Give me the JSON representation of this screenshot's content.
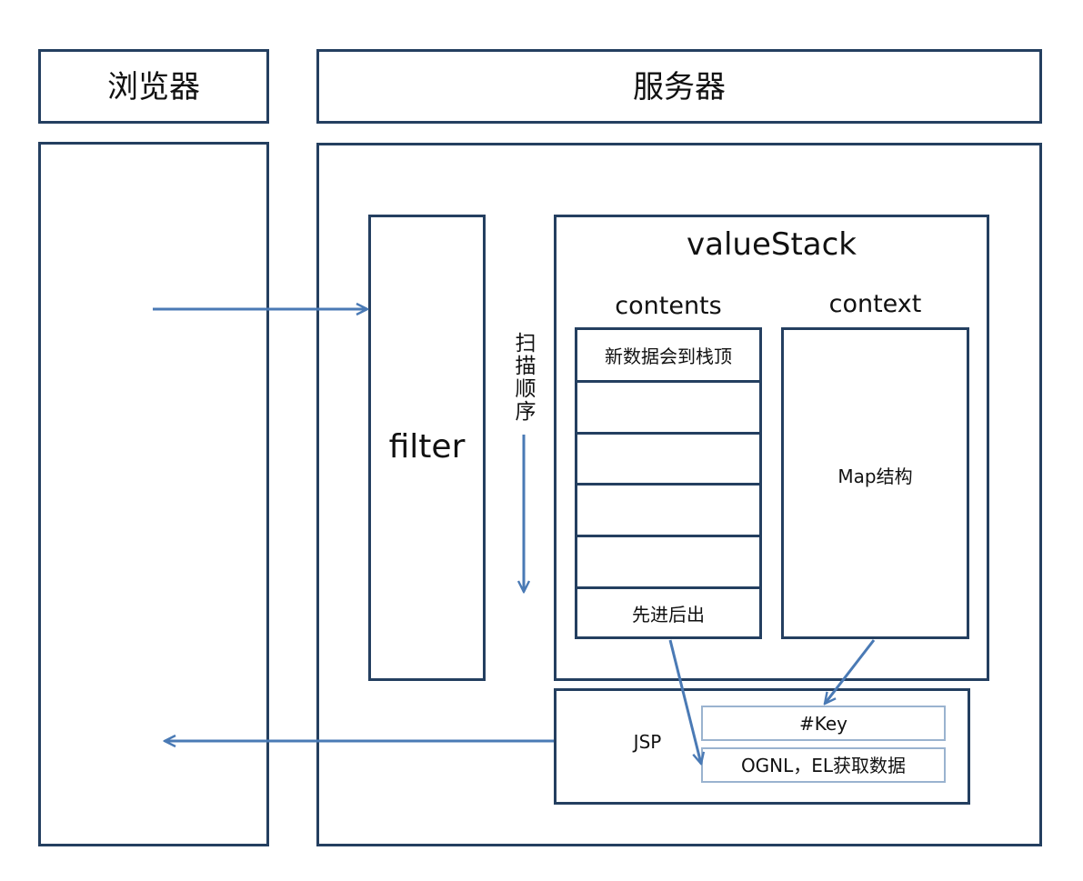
{
  "browser": {
    "title": "浏览器"
  },
  "server": {
    "title": "服务器"
  },
  "filter": {
    "label": "filter"
  },
  "scan_order": "扫描顺序",
  "value_stack": {
    "title": "valueStack",
    "contents": {
      "label": "contents",
      "cells": [
        "新数据会到栈顶",
        "",
        "",
        "",
        "",
        "先进后出"
      ]
    },
    "context": {
      "label": "context",
      "body": "Map结构"
    }
  },
  "jsp": {
    "label": "JSP",
    "key": "#Key",
    "ognl": "OGNL，EL获取数据"
  },
  "colors": {
    "border": "#243f60",
    "arrow": "#4a7ab5",
    "thin_border": "#9ab3cf"
  }
}
